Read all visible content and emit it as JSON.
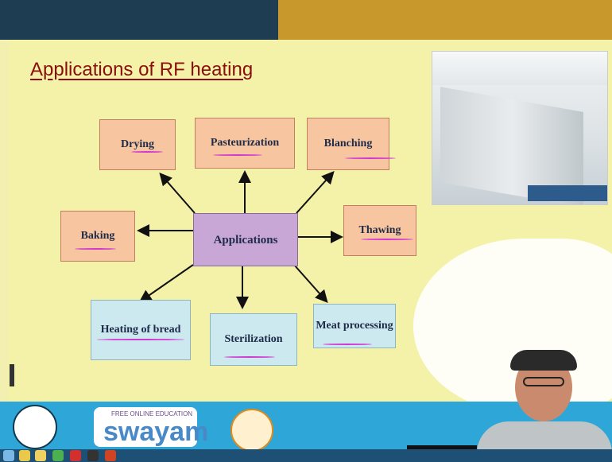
{
  "slide": {
    "title": "Applications of RF heating",
    "center_label": "Applications",
    "nodes": {
      "drying": "Drying",
      "pasteurization": "Pasteurization",
      "blanching": "Blanching",
      "baking": "Baking",
      "thawing": "Thawing",
      "heating_of_bread": "Heating of bread",
      "sterilization": "Sterilization",
      "meat_processing": "Meat processing"
    }
  },
  "branding": {
    "swayam_tagline": "FREE ONLINE EDUCATION",
    "swayam_name": "swayam"
  },
  "colors": {
    "title": "#8b0e0e",
    "salmon_box": "#f7c6a0",
    "blue_box": "#cbe9ef",
    "center_box": "#c8a6d6",
    "highlight_underline": "#d138d1",
    "slide_background": "#f4f1a8",
    "top_bar_dark": "#1f3d52",
    "top_bar_gold": "#c8982d",
    "bottom_bar": "#2fa6d8"
  },
  "icons": [
    "iit-kharagpur-logo",
    "swayam-logo",
    "nptel-logo",
    "windows-start-icon",
    "chrome-icon",
    "file-explorer-icon",
    "adobe-reader-icon",
    "media-player-icon",
    "powerpoint-icon"
  ]
}
